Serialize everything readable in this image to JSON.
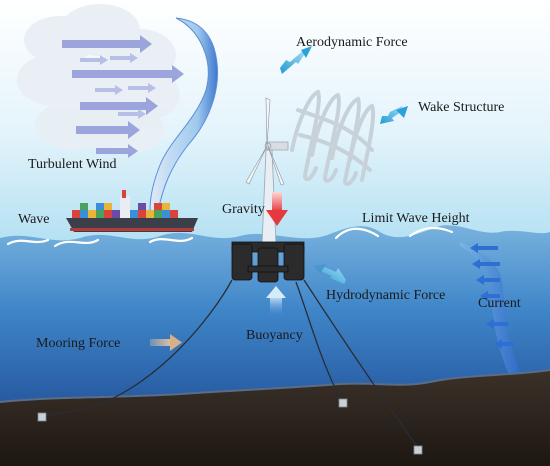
{
  "labels": {
    "aerodynamic_force": "Aerodynamic Force",
    "wake_structure": "Wake Structure",
    "turbulent_wind": "Turbulent Wind",
    "wave": "Wave",
    "gravity": "Gravity",
    "limit_wave_height": "Limit Wave Height",
    "hydrodynamic_force": "Hydrodynamic Force",
    "current": "Current",
    "mooring_force": "Mooring Force",
    "buoyancy": "Buoyancy"
  },
  "colors": {
    "sky_top": "#ffffff",
    "sky_bottom": "#bfe6f6",
    "sea_top": "#6ea9d8",
    "sea_bottom": "#173f8a",
    "seabed": "#2b231c",
    "force_arrow_blue": "#34a6dc",
    "gravity_arrow": "#e8484b",
    "platform": "#2a2a2a",
    "wind_arrow": "#8f98d6"
  },
  "icons": {
    "turbine": "wind-turbine-icon",
    "ship": "container-ship-icon",
    "platform": "floating-platform-icon",
    "anchor": "anchor-icon"
  }
}
